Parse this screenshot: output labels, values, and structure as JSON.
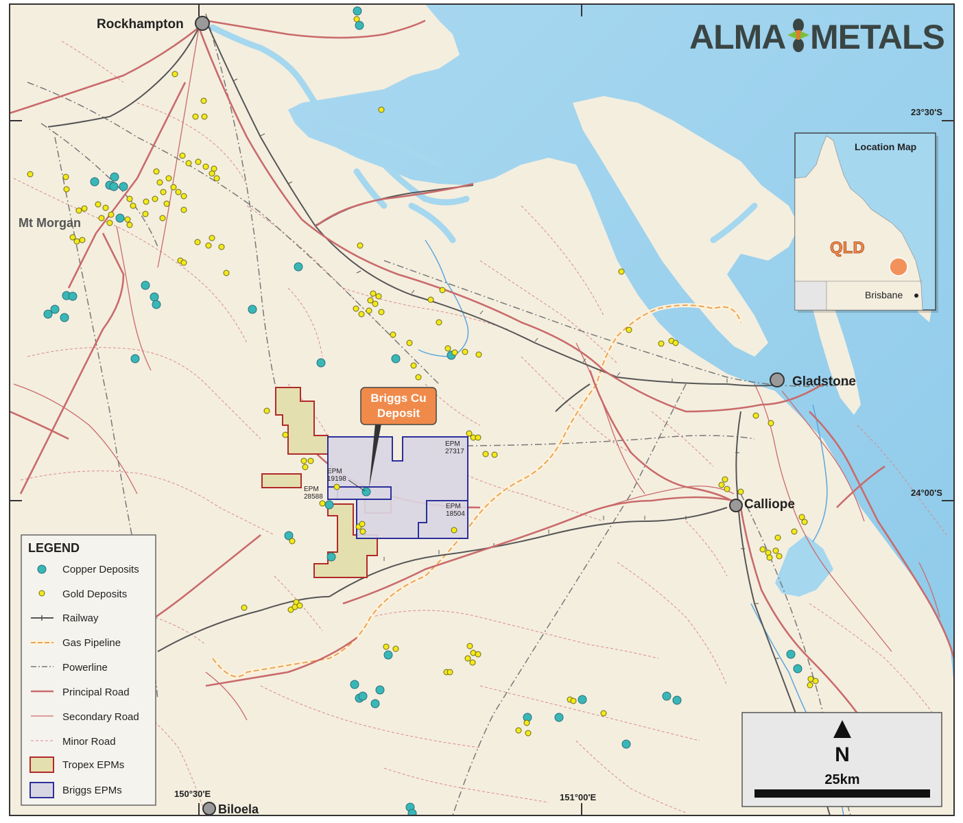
{
  "map": {
    "brand": {
      "part1": "ALMA",
      "part2": "METALS"
    },
    "places": {
      "rockhampton": "Rockhampton",
      "mt_morgan": "Mt Morgan",
      "gladstone": "Gladstone",
      "calliope": "Calliope",
      "biloela": "Biloela"
    },
    "coordinates": {
      "lat_2330": "23°30'S",
      "lat_2400": "24°00'S",
      "lon_15030": "150°30'E",
      "lon_15100": "151°00'E"
    },
    "callout": {
      "line1": "Briggs Cu",
      "line2": "Deposit"
    },
    "epm_labels": [
      {
        "id": "epm-27317",
        "line1": "EPM",
        "line2": "27317"
      },
      {
        "id": "epm-19198",
        "line1": "EPM",
        "line2": "19198"
      },
      {
        "id": "epm-28588",
        "line1": "EPM",
        "line2": "28588"
      },
      {
        "id": "epm-18504",
        "line1": "EPM",
        "line2": "18504"
      }
    ],
    "inset": {
      "title": "Location Map",
      "state": "QLD",
      "city": "Brisbane"
    },
    "scale": {
      "north": "N",
      "distance": "25km"
    },
    "legend": {
      "title": "LEGEND",
      "items": [
        {
          "key": "copper",
          "label": "Copper Deposits"
        },
        {
          "key": "gold",
          "label": "Gold Deposits"
        },
        {
          "key": "railway",
          "label": "Railway"
        },
        {
          "key": "gas",
          "label": "Gas Pipeline"
        },
        {
          "key": "power",
          "label": "Powerline"
        },
        {
          "key": "principal",
          "label": "Principal Road"
        },
        {
          "key": "secondary",
          "label": "Secondary Road"
        },
        {
          "key": "minor",
          "label": "Minor Road"
        },
        {
          "key": "tropex",
          "label": "Tropex EPMs"
        },
        {
          "key": "briggs",
          "label": "Briggs EPMs"
        }
      ]
    },
    "colors": {
      "land": "#f4eedf",
      "sea": "#a5d7ef",
      "principal_road": "#c96a6a",
      "minor_road": "#d98a8a",
      "railway": "#555555",
      "gas_pipeline": "#f2b36b",
      "powerline": "#777777",
      "copper": "#39b7b7",
      "gold": "#f3e91a",
      "tropex_fill": "#e4dfae",
      "tropex_border": "#b02a2a",
      "briggs_fill": "#d9d6e3",
      "briggs_border": "#2b2f9a",
      "callout": "#f08a4b"
    }
  }
}
